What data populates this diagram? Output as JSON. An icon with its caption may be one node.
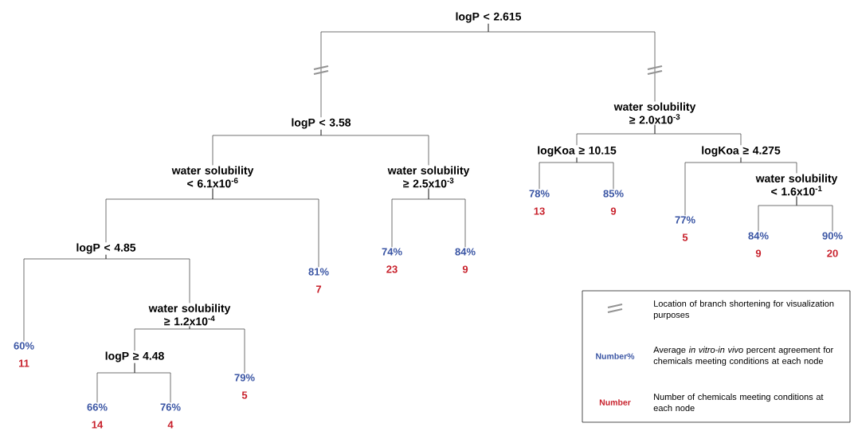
{
  "diagram": {
    "nodes": [
      {
        "text": [
          "logP < 2.615"
        ]
      },
      {
        "text": [
          "logP < 3.58"
        ]
      },
      {
        "text": [
          "water solubility < 6.1x10$^{-6}$"
        ]
      },
      {
        "text": [
          "water solubility ≥ 2.5x10$^{-3}$"
        ]
      },
      {
        "text": [
          "logP < 4.85"
        ]
      },
      {
        "text": [
          "60%",
          "11"
        ]
      },
      {
        "text": [
          "water solubility ≥ 1.2x10$^{-4}$"
        ]
      },
      {
        "text": [
          "logP ≥ 4.48"
        ]
      },
      {
        "text": [
          "66%",
          "14"
        ]
      },
      {
        "text": [
          "76%",
          "4"
        ]
      },
      {
        "text": [
          "79%",
          "5"
        ]
      },
      {
        "text": [
          "81%",
          "7"
        ]
      },
      {
        "text": [
          "74%",
          "23"
        ]
      },
      {
        "text": [
          "84%",
          "9"
        ]
      },
      {
        "text": [
          "water solubility ≥ 2.0x10$^{-3}$"
        ]
      },
      {
        "text": [
          "logKoa ≥ 10.15"
        ]
      },
      {
        "text": [
          "78%",
          "13"
        ]
      },
      {
        "text": [
          "85%",
          "9"
        ]
      },
      {
        "text": [
          "logKoa ≥ 4.275"
        ]
      },
      {
        "text": [
          "77%",
          "5"
        ]
      },
      {
        "text": [
          "water solubility < 1.6x10$^{-1}$"
        ]
      },
      {
        "text": [
          "84%",
          "9"
        ]
      },
      {
        "text": [
          "90%",
          "20"
        ]
      }
    ],
    "edges": [
      {
        "from": 0,
        "to": 1,
        "arrow": "none"
      },
      {
        "from": 0,
        "to": 14,
        "arrow": "none"
      },
      {
        "from": 1,
        "to": 2,
        "arrow": "none"
      },
      {
        "from": 1,
        "to": 3,
        "arrow": "none"
      },
      {
        "from": 2,
        "to": 4,
        "arrow": "none"
      },
      {
        "from": 2,
        "to": 11,
        "arrow": "none"
      },
      {
        "from": 4,
        "to": 5,
        "arrow": "none"
      },
      {
        "from": 4,
        "to": 6,
        "arrow": "none"
      },
      {
        "from": 6,
        "to": 7,
        "arrow": "none"
      },
      {
        "from": 6,
        "to": 10,
        "arrow": "none"
      },
      {
        "from": 7,
        "to": 8,
        "arrow": "none"
      },
      {
        "from": 7,
        "to": 9,
        "arrow": "none"
      },
      {
        "from": 3,
        "to": 12,
        "arrow": "none"
      },
      {
        "from": 3,
        "to": 13,
        "arrow": "none"
      },
      {
        "from": 14,
        "to": 15,
        "arrow": "none"
      },
      {
        "from": 14,
        "to": 18,
        "arrow": "none"
      },
      {
        "from": 15,
        "to": 16,
        "arrow": "none"
      },
      {
        "from": 15,
        "to": 17,
        "arrow": "none"
      },
      {
        "from": 18,
        "to": 19,
        "arrow": "none"
      },
      {
        "from": 18,
        "to": 20,
        "arrow": "none"
      },
      {
        "from": 20,
        "to": 21,
        "arrow": "none"
      },
      {
        "from": 20,
        "to": 22,
        "arrow": "none"
      }
    ],
    "labels": [
      "Number%",
      "Number"
    ],
    "legend": [
      {
        "text": "Location of branch shortening for visualization purposes"
      },
      {
        "text": "Average *in vitro-in vivo* percent agreement for chemicals meeting conditions at each node"
      },
      {
        "text": "Number of chemicals meeting conditions at each node"
      }
    ]
  }
}
